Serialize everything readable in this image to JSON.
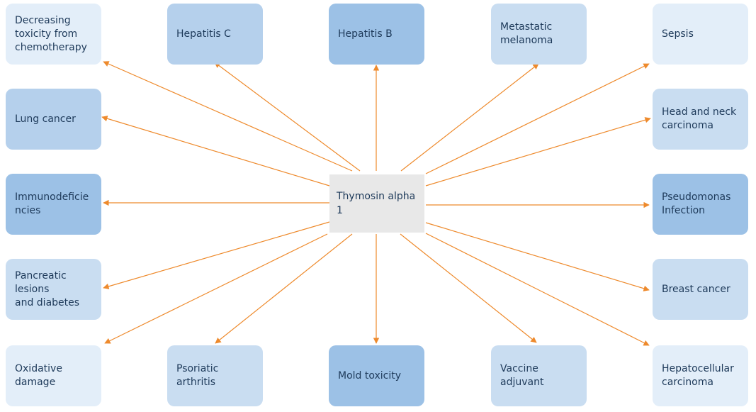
{
  "center": {
    "label": "Thymosin alpha\n1"
  },
  "colors": {
    "arrow": "#ee8a2c",
    "node_shades": [
      "#e3eef9",
      "#c9ddf1",
      "#b5d0ec",
      "#9cc1e6"
    ],
    "center_fill": "#e8e8e8",
    "text": "#1e3a5a"
  },
  "nodes": {
    "decreasing_toxicity": "Decreasing\ntoxicity from\nchemotherapy",
    "hepatitis_c": "Hepatitis C",
    "hepatitis_b": "Hepatitis B",
    "metastatic_melanoma": "Metastatic\nmelanoma",
    "sepsis": "Sepsis",
    "lung_cancer": "Lung cancer",
    "head_neck_carcinoma": "Head and neck\ncarcinoma",
    "immunodeficiencies": "Immunodeficie\nncies",
    "pseudomonas_infection": "Pseudomonas\nInfection",
    "pancreatic_lesions": "Pancreatic\nlesions\nand diabetes",
    "breast_cancer": "Breast cancer",
    "oxidative_damage": "Oxidative\ndamage",
    "psoriatic_arthritis": "Psoriatic\narthritis",
    "mold_toxicity": "Mold toxicity",
    "vaccine_adjuvant": "Vaccine\nadjuvant",
    "hepatocellular_carcinoma": "Hepatocellular\ncarcinoma"
  }
}
